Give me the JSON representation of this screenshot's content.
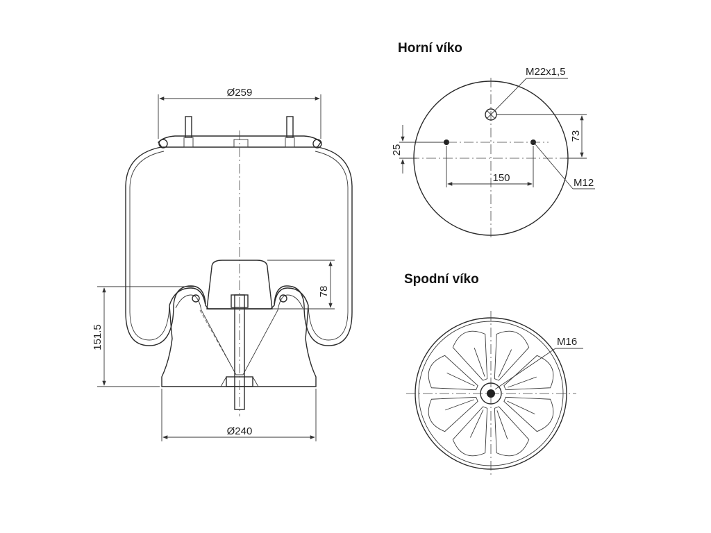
{
  "labels": {
    "top_cover_title": "Horní víko",
    "bottom_cover_title": "Spodní víko"
  },
  "dimensions": {
    "top_diameter": "Ø259",
    "bottom_diameter": "Ø240",
    "height": "151.5",
    "piston_height": "78",
    "top_thread": "M22x1,5",
    "stud_thread": "M12",
    "stud_spacing": "150",
    "stud_offset": "25",
    "port_offset": "73",
    "bottom_thread": "M16"
  }
}
